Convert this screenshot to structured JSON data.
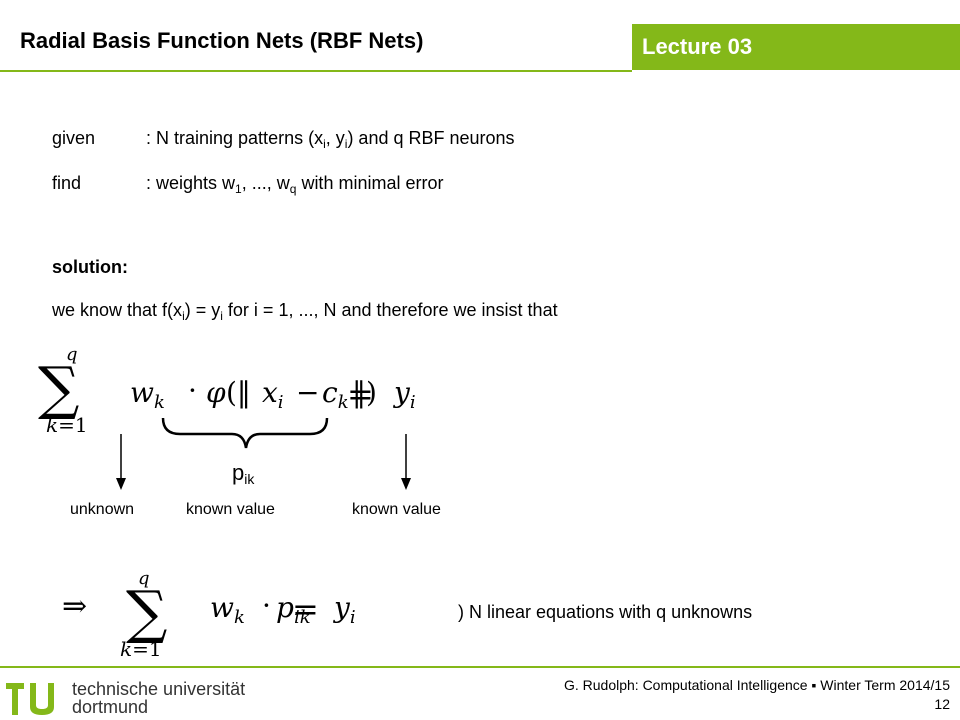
{
  "header": {
    "title": "Radial Basis Function Nets (RBF Nets)",
    "lecture": "Lecture 03"
  },
  "body": {
    "given_label": "given",
    "given_text_pre": ": N training patterns (x",
    "sub_i": "i",
    "given_text_mid": ", y",
    "given_text_post": ") and q RBF neurons",
    "find_label": "find",
    "find_text_pre": ": weights w",
    "sub_1": "1",
    "find_text_mid": ", ..., w",
    "sub_q": "q",
    "find_text_post": " with minimal error",
    "solution_label": "solution:",
    "know_pre": "we know that f(x",
    "know_mid": ") = y",
    "know_post": " for i = 1, ..., N and therefore we insist that",
    "p_label": "p",
    "p_sub": "ik",
    "unknown_label": "unknown",
    "known_value_1": "known value",
    "known_value_2": "known value",
    "implies_text": ") N linear equations with q unknowns"
  },
  "footer": {
    "credit": "G. Rudolph: Computational Intelligence ▪ Winter Term 2014/15",
    "page_number": "12",
    "logo_line1": "technische universität",
    "logo_line2": "dortmund"
  },
  "colors": {
    "accent": "#84b819"
  }
}
